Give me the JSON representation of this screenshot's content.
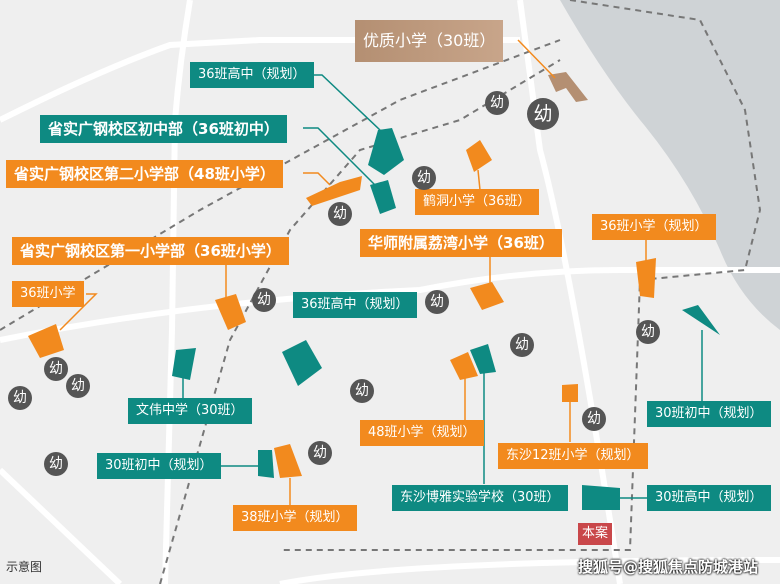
{
  "labels": {
    "youzhi": "优质小学（30班）",
    "gaozhong36a": "36班高中（规划）",
    "shengshi_chuzhong": "省实广钢校区初中部（36班初中）",
    "shengshi_di2": "省实广钢校区第二小学部（48班小学）",
    "hedong": "鹤洞小学（36班）",
    "xiaoxue36_plan": "36班小学（规划）",
    "huashi": "华师附属荔湾小学（36班）",
    "shengshi_di1": "省实广钢校区第一小学部（36班小学）",
    "xiaoxue36": "36班小学",
    "gaozhong36b": "36班高中（规划）",
    "wenwei": "文伟中学（30班）",
    "xiaoxue48": "48班小学（规划）",
    "dongsha12": "东沙12班小学（规划）",
    "chuzhong30a": "30班初中（规划）",
    "chuzhong30b": "30班初中（规划）",
    "xiaoxue38": "38班小学（规划）",
    "boya": "东沙博雅实验学校（30班）",
    "gaozhong30": "30班高中（规划）"
  },
  "kindergarten": "幼",
  "project": "本案",
  "note": "示意图",
  "watermark": "搜狐号@搜狐焦点防城港站",
  "colors": {
    "primary": "#f28a1e",
    "middle_high": "#0e8a82",
    "premium": "#b48f72",
    "project": "#c9474a"
  }
}
